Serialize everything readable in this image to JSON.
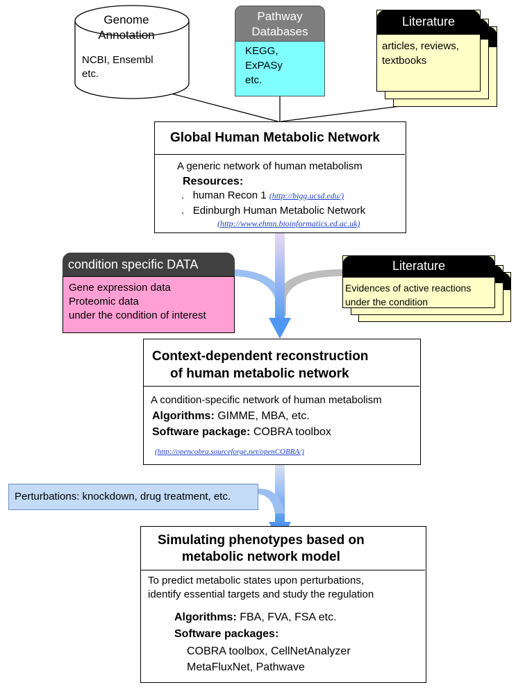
{
  "sources": {
    "genome": {
      "title_line1": "Genome",
      "title_line2": "Annotation",
      "line1": "NCBI, Ensembl",
      "line2": "etc."
    },
    "pathway": {
      "title_line1": "Pathway",
      "title_line2": "Databases",
      "line1": "KEGG,",
      "line2": "ExPASy",
      "line3": "etc."
    },
    "literature_top": {
      "title": "Literature",
      "line1": "articles, reviews,",
      "line2": "textbooks"
    }
  },
  "global_network": {
    "title": "Global Human Metabolic Network",
    "description": "A generic network of human metabolism",
    "resources_label": "Resources:",
    "bullet": ".",
    "item1": "human Recon 1",
    "item1_link": "(http://bigg.ucsd.edu/)",
    "item2": "Edinburgh Human Metabolic Network",
    "item2_link": "(http://www.ehmn.bioinformatics.ed.ac.uk)"
  },
  "condition_data": {
    "title": "condition specific DATA",
    "line1": "Gene expression data",
    "line2": "Proteomic data",
    "line3": "under the condition of interest"
  },
  "literature_mid": {
    "title": "Literature",
    "line1": "Evidences of active reactions",
    "line2": "under the condition"
  },
  "context_network": {
    "title_line1": "Context-dependent reconstruction",
    "title_line2": "of human metabolic network",
    "description": "A condition-specific network of human metabolism",
    "algorithms_label": "Algorithms:",
    "algorithms": "GIMME, MBA, etc.",
    "software_label": "Software package:",
    "software": "COBRA toolbox",
    "link": "(http://opencobra.sourceforge.net/openCOBRA/)"
  },
  "perturbations": {
    "text": "Perturbations: knockdown, drug treatment, etc."
  },
  "simulating": {
    "title_line1": "Simulating phenotypes based on",
    "title_line2": "metabolic network model",
    "desc_line1": "To predict metabolic states upon perturbations,",
    "desc_line2": "identify essential targets and study the regulation",
    "algorithms_label": "Algorithms:",
    "algorithms": "FBA, FVA, FSA etc.",
    "software_label": "Software packages:",
    "software_line1": "COBRA toolbox, CellNetAnalyzer",
    "software_line2": "MetaFluxNet, Pathwave"
  }
}
